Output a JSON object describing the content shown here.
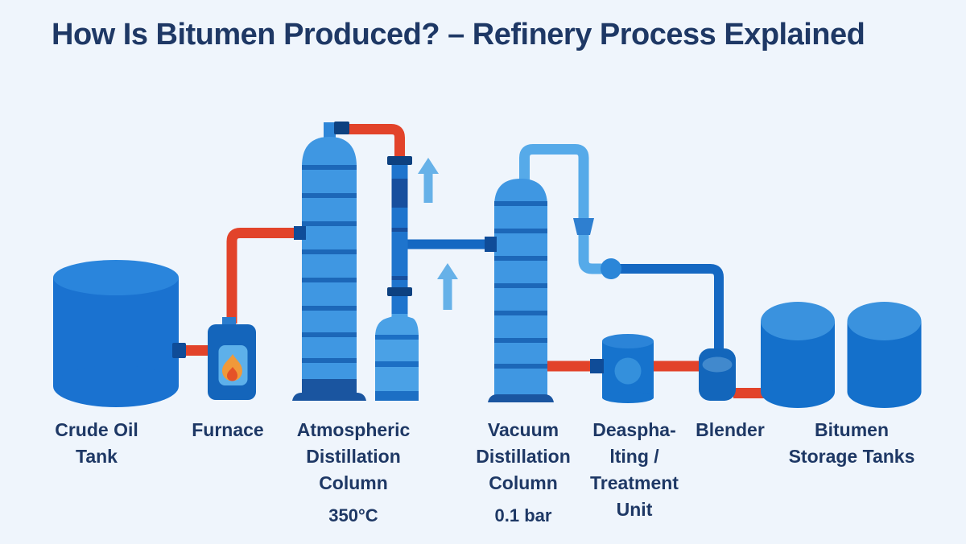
{
  "title": "How Is Bitumen Produced? – Refinery Process Explained",
  "labels": {
    "crude_tank": {
      "lines": [
        "Crude Oil",
        "Tank"
      ]
    },
    "furnace": {
      "lines": [
        "Furnace"
      ]
    },
    "atmospheric": {
      "lines": [
        "Atmospheric",
        "Distillation",
        "Column"
      ],
      "value": "350°C"
    },
    "vacuum": {
      "lines": [
        "Vacuum",
        "Distillation",
        "Column"
      ],
      "value": "0.1 bar"
    },
    "deasphalting": {
      "lines": [
        "Deaspha-",
        "lting /",
        "Treatment",
        "Unit"
      ]
    },
    "blender": {
      "lines": [
        "Blender"
      ]
    },
    "bitumen": {
      "lines": [
        "Bitumen",
        "Storage Tanks"
      ]
    }
  },
  "icons": {
    "flame": "flame-icon",
    "up_arrows": "up-arrow-icon"
  },
  "colors": {
    "bg": "#eff5fc",
    "text_navy": "#1e3865",
    "pipe_red": "#e2432a",
    "pipe_dark": "#1568c2",
    "pipe_light": "#56aae9",
    "stub_navy": "#0f4c98",
    "cap_navy": "#0d4180",
    "tank_body": "#1a72d0",
    "tank_top": "#2a85dc",
    "furnace_body": "#1465bb",
    "furnace_neck": "#2a7ccd",
    "furnace_window": "#5db0ea",
    "flame_outer": "#f0993a",
    "flame_inner": "#e55227",
    "col_body": "#3f97e2",
    "col_stripe": "#1c67b8",
    "col_band": "#1a55a0",
    "neck_blue": "#2e86d8",
    "stripper_body": "#1e74cd",
    "stripper_dark": "#174f9e",
    "flask_body": "#4aa1e6",
    "flask_stripe": "#1c6fc4",
    "funnel": "#2e7fd0",
    "joint": "#2b86d8",
    "deas_body": "#1673cd",
    "deas_top": "#2b84d8",
    "deas_circle": "#3490dc",
    "blender_body": "#1366bb",
    "blender_inner": "#4189cd",
    "store_body": "#1470cb",
    "store_top": "#3a92de",
    "arrow": "#66b1e8"
  }
}
